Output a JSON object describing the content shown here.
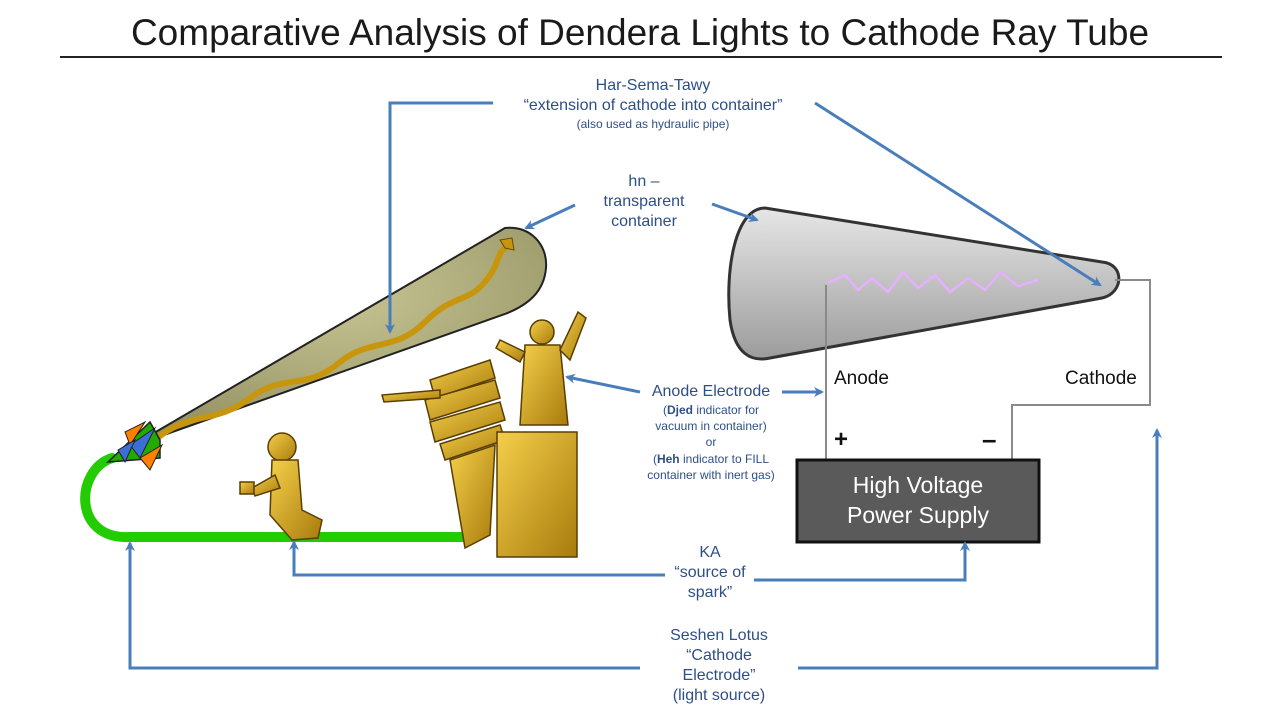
{
  "title": "Comparative Analysis of Dendera Lights to Cathode Ray Tube",
  "labels": {
    "har_sema_tawy": {
      "name": "Har-Sema-Tawy",
      "desc": "“extension of cathode into container”",
      "note": "(also used as hydraulic pipe)"
    },
    "hn": {
      "line1": "hn –",
      "line2": "transparent",
      "line3": "container"
    },
    "anode_electrode": {
      "name": "Anode Electrode",
      "djed_bold": "Djed",
      "djed_rest": " indicator for",
      "djed_line2": "vacuum in container)",
      "or": "or",
      "heh_bold": "Heh",
      "heh_rest": " indicator to FILL",
      "heh_line2": "container with inert gas)"
    },
    "ka": {
      "line1": "KA",
      "line2": "“source of",
      "line3": "spark”"
    },
    "seshen": {
      "line1": "Seshen Lotus",
      "line2": "“Cathode",
      "line3": "Electrode”",
      "line4": "(light source)"
    }
  },
  "circuit": {
    "anode": "Anode",
    "cathode": "Cathode",
    "plus": "+",
    "minus": "–",
    "psu_line1": "High Voltage",
    "psu_line2": "Power Supply"
  },
  "colors": {
    "arrow": "#4a7ebb",
    "text": "#2e4f86",
    "bulb": "#a9a77a",
    "gold": "#d4a017",
    "cable": "#22cc00",
    "psu": "#5a5a5a"
  }
}
